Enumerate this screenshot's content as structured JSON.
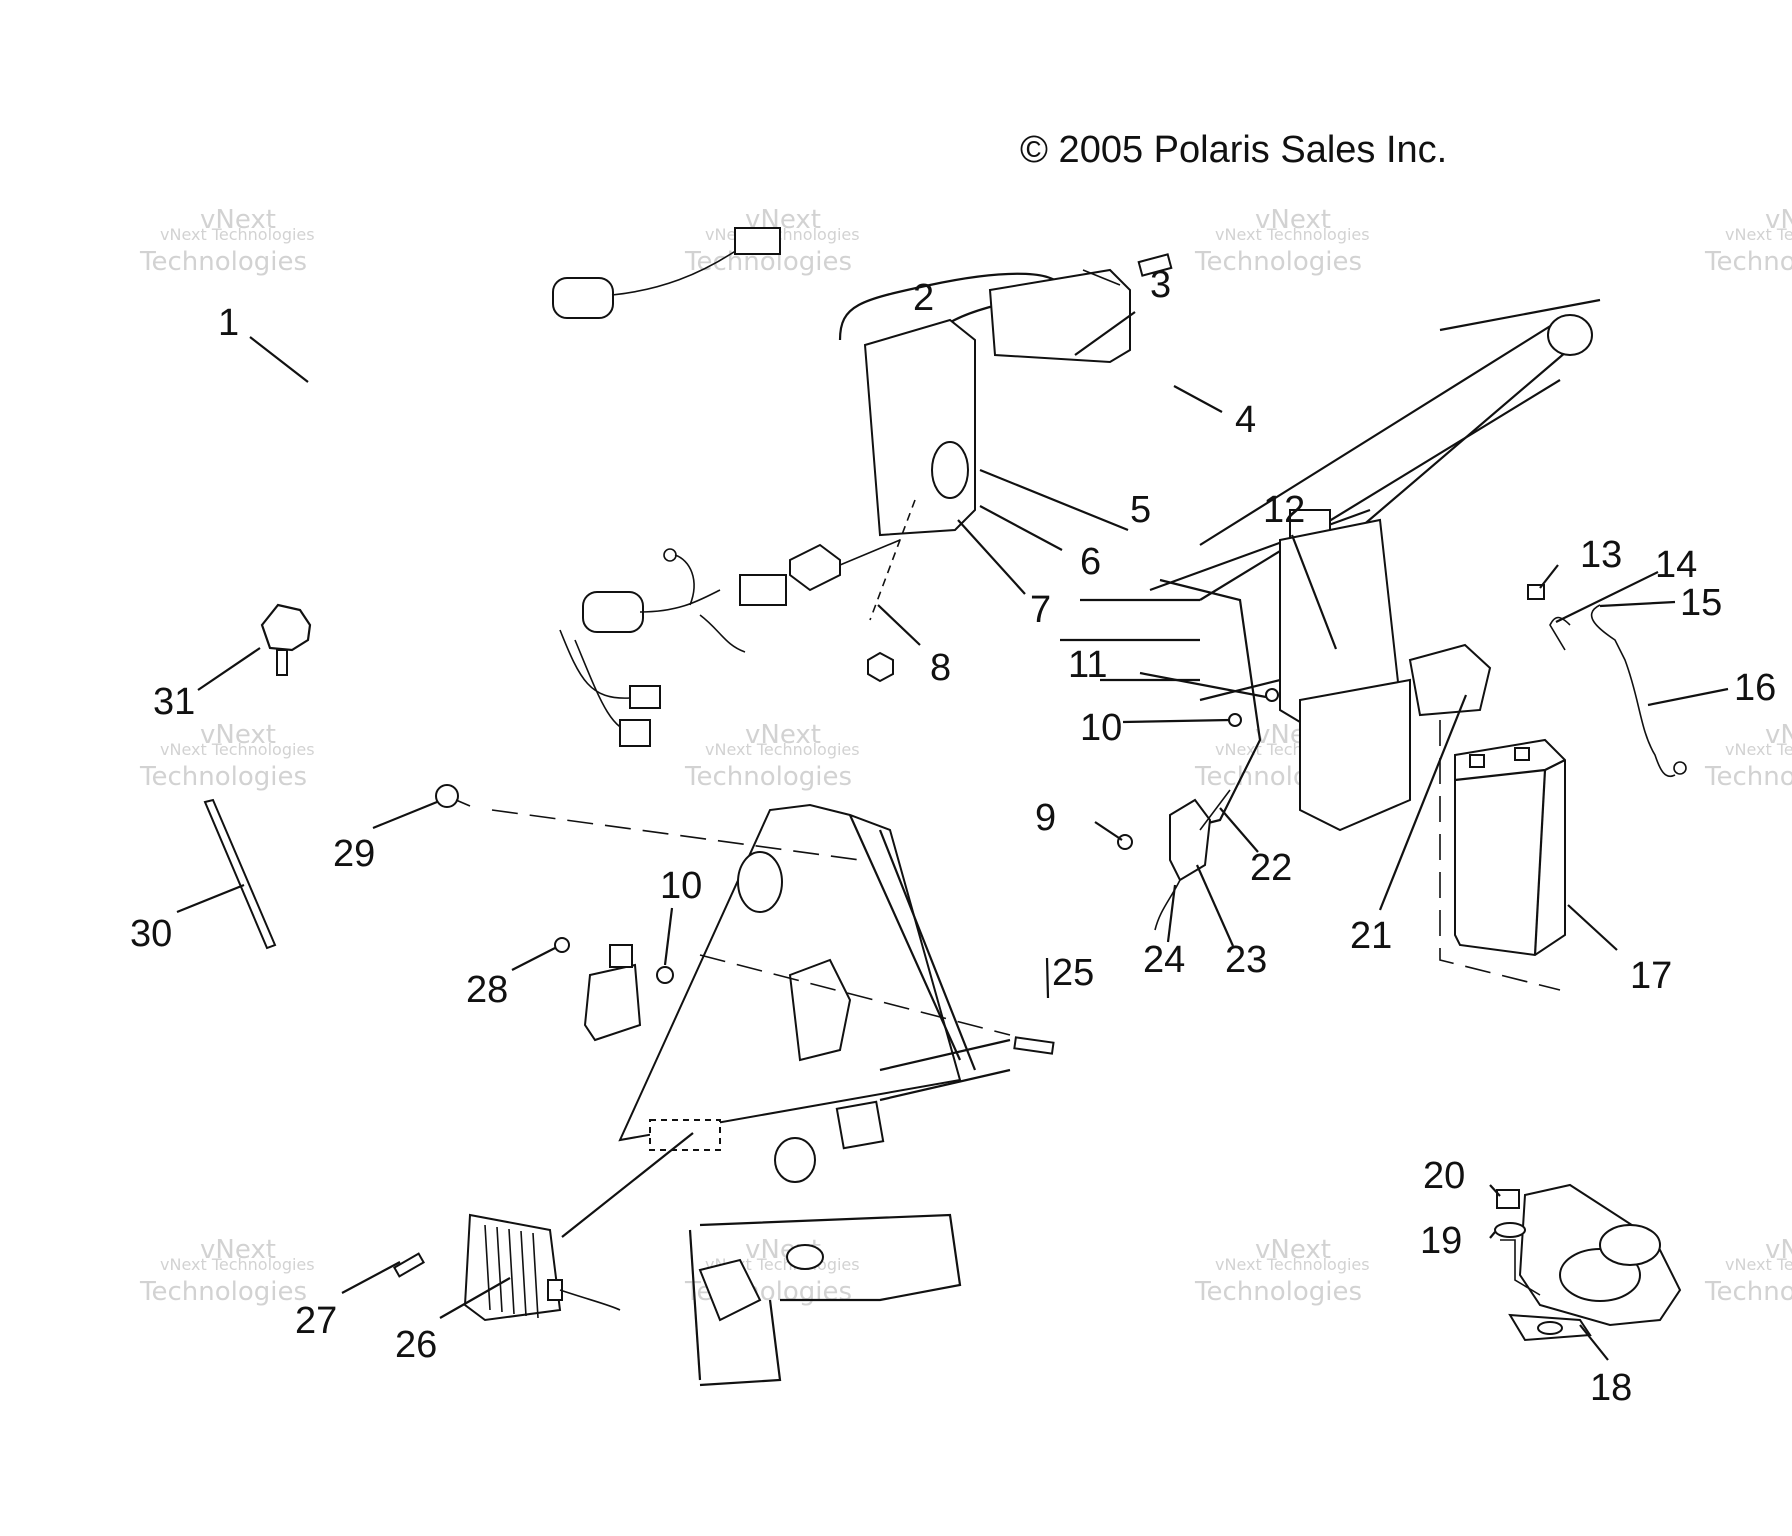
{
  "copyright": "© 2005 Polaris Sales Inc.",
  "watermark": {
    "line1": "vNext Technologies",
    "line2": "vNext",
    "line3": "Technologies"
  },
  "callouts": {
    "c1": "1",
    "c2": "2",
    "c3": "3",
    "c4": "4",
    "c5": "5",
    "c6": "6",
    "c7": "7",
    "c8": "8",
    "c9": "9",
    "c10a": "10",
    "c10b": "10",
    "c11": "11",
    "c12": "12",
    "c13": "13",
    "c14": "14",
    "c15": "15",
    "c16": "16",
    "c17": "17",
    "c18": "18",
    "c19": "19",
    "c20": "20",
    "c21": "21",
    "c22": "22",
    "c23": "23",
    "c24": "24",
    "c25": "25",
    "c26": "26",
    "c27": "27",
    "c28": "28",
    "c29": "29",
    "c30": "30",
    "c31": "31"
  }
}
